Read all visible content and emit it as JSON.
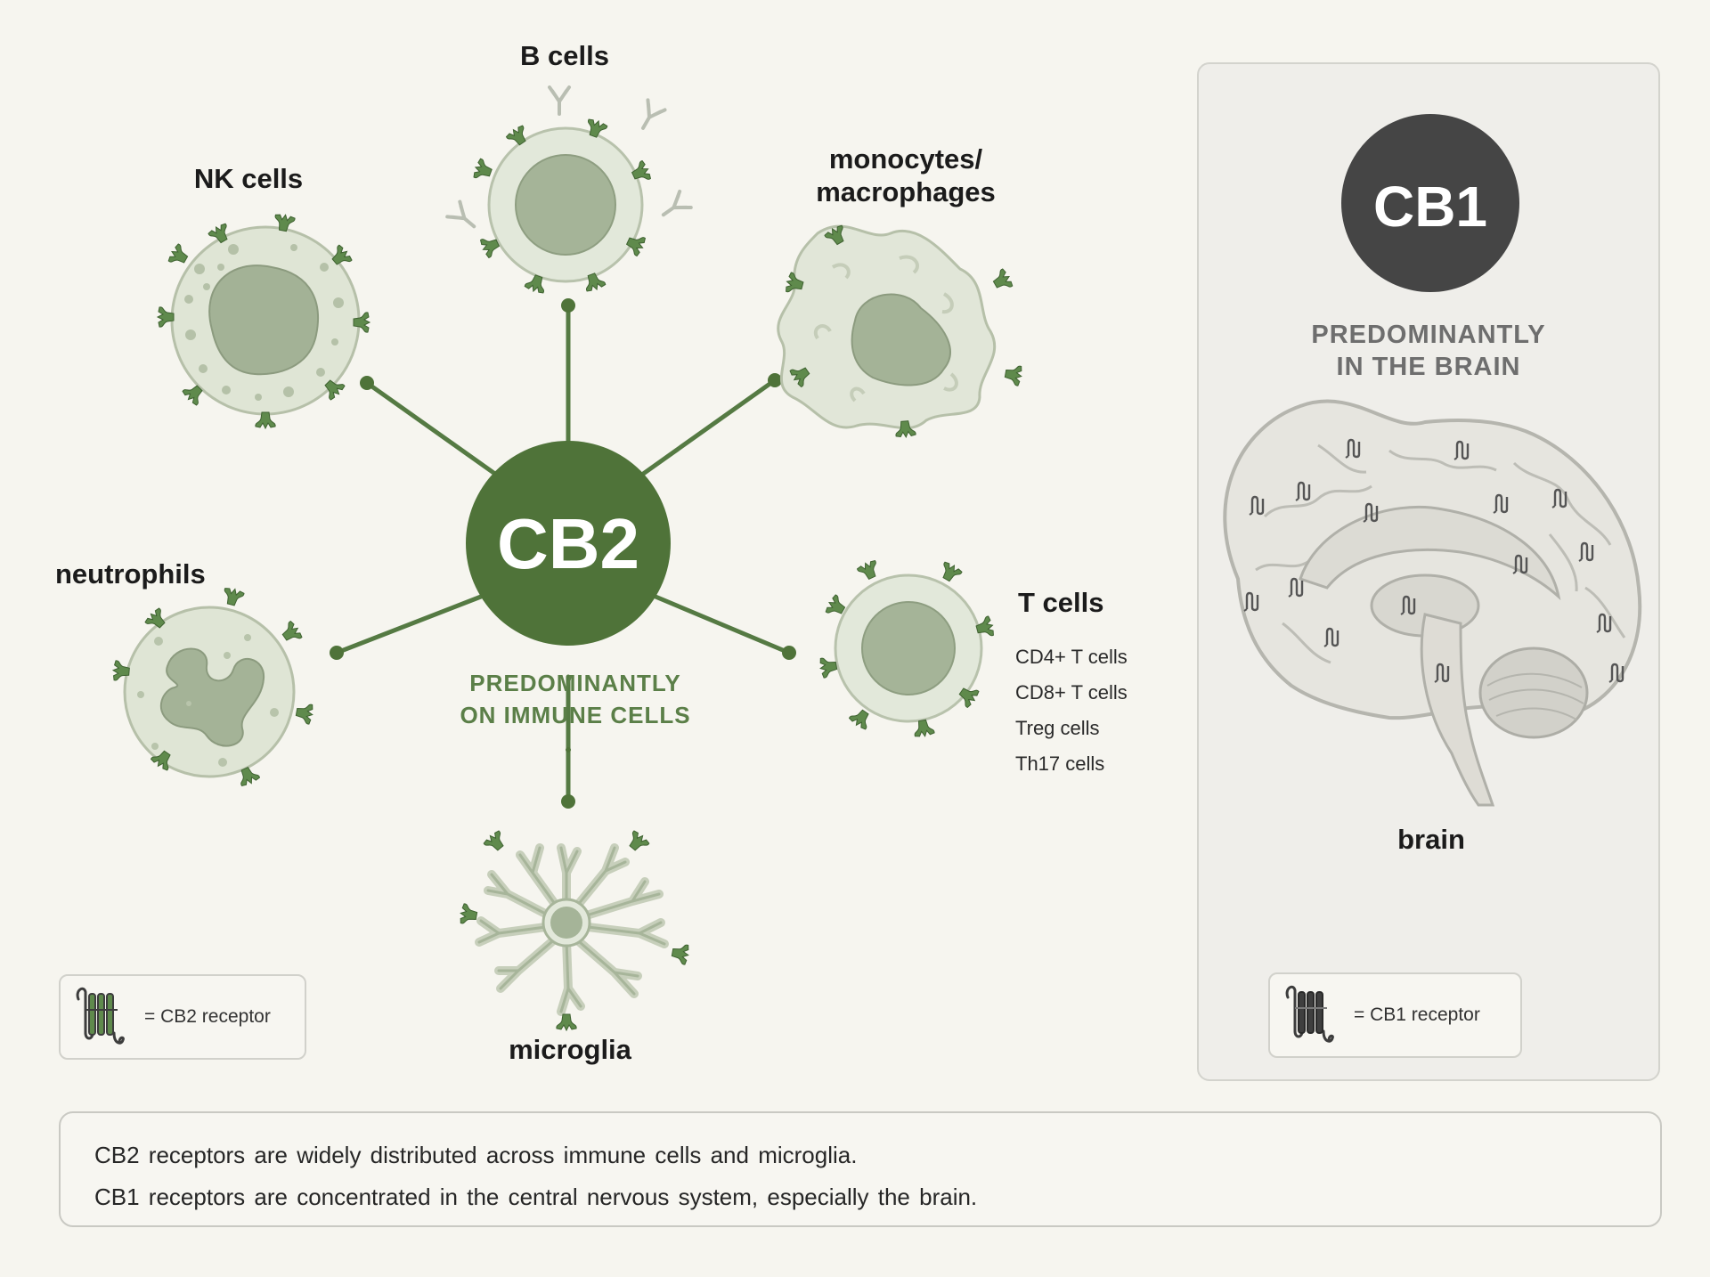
{
  "hub": {
    "label": "CB2",
    "tagline": [
      "PREDOMINANTLY",
      "ON IMMUNE CELLS"
    ]
  },
  "cells": {
    "b_cells": "B cells",
    "nk_cells": "NK cells",
    "monocytes": [
      "monocytes/",
      "macrophages"
    ],
    "neutrophils": "neutrophils",
    "t_cells": "T cells",
    "t_cell_subtypes": [
      "CD4+ T cells",
      "CD8+ T cells",
      "Treg cells",
      "Th17 cells"
    ],
    "microglia": "microglia"
  },
  "legend_cb2": {
    "text": "= CB2 receptor"
  },
  "cb1_panel": {
    "label": "CB1",
    "tagline": [
      "PREDOMINANTLY",
      "IN THE BRAIN"
    ],
    "organ": "brain",
    "legend_text": "= CB1 receptor"
  },
  "footer": {
    "lines": [
      "CB2 receptors are widely distributed across immune cells and microglia.",
      "CB1 receptors are concentrated in the central nervous system, especially the brain."
    ]
  },
  "colors": {
    "cb2_green": "#4f7339",
    "receptor_green": "#5f8a4c",
    "cell_fill": "#e0e6d6",
    "nucleus": "#a7b69a",
    "cb1_dark": "#454545",
    "tagline_green": "#5b7f48"
  }
}
